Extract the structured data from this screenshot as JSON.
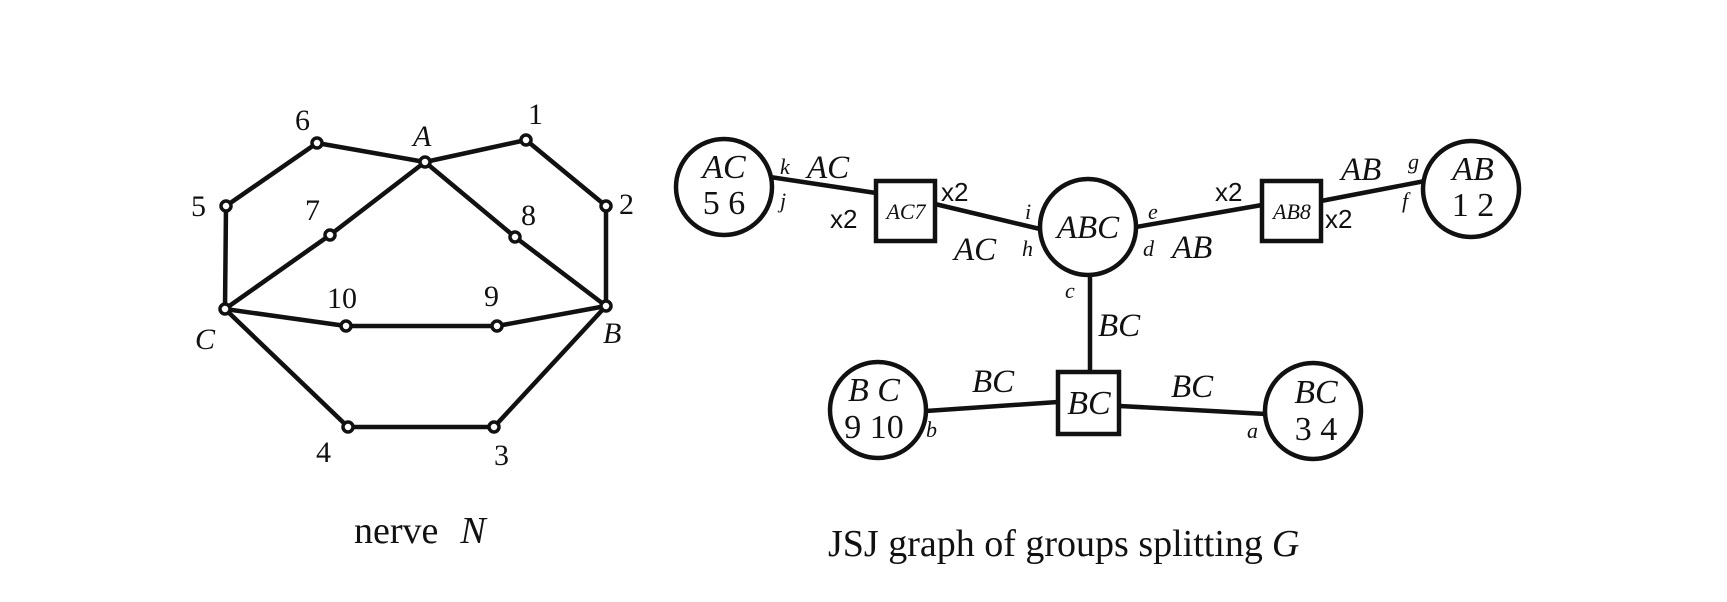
{
  "nerve": {
    "caption_prefix": "nerve",
    "caption_symbol": "N",
    "vertex_labels": {
      "A": "A",
      "B": "B",
      "C": "C",
      "v1": "1",
      "v2": "2",
      "v3": "3",
      "v4": "4",
      "v5": "5",
      "v6": "6",
      "v7": "7",
      "v8": "8",
      "v9": "9",
      "v10": "10"
    }
  },
  "jsj": {
    "caption_prefix": "JSJ graph of groups splitting",
    "caption_symbol": "G",
    "vertices": {
      "ac56": {
        "line1": "AC",
        "line2": "5 6"
      },
      "ac7": {
        "label": "AC7"
      },
      "abc": {
        "label": "ABC"
      },
      "ab8": {
        "label": "AB8"
      },
      "ab12": {
        "line1": "AB",
        "line2": "1 2"
      },
      "bc910": {
        "line1": "B C",
        "line2": "9 10"
      },
      "bc": {
        "label": "BC"
      },
      "bc34": {
        "line1": "BC",
        "line2": "3 4"
      }
    },
    "edge_labels": {
      "ac_top": "AC",
      "ac_bottom": "AC",
      "ab_top": "AB",
      "ab_bottom": "AB",
      "bc_vertical": "BC",
      "bc_left": "BC",
      "bc_right": "BC"
    },
    "multiplicity": {
      "ac7_left": "x2",
      "ac7_right": "x2",
      "ab8_left": "x2",
      "ab8_right": "x2"
    },
    "end_letters": {
      "a": "a",
      "b": "b",
      "c": "c",
      "d": "d",
      "e": "e",
      "f": "f",
      "g": "g",
      "h": "h",
      "i": "i",
      "j": "j",
      "k": "k"
    }
  }
}
